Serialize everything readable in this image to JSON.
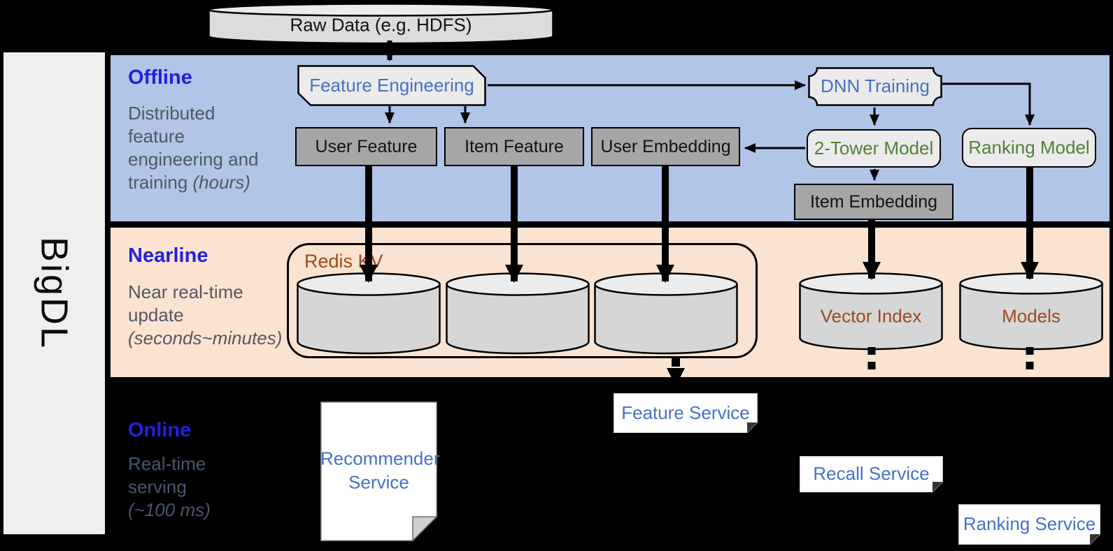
{
  "brand": {
    "label": "BigDL"
  },
  "raw_data": {
    "label": "Raw Data (e.g. HDFS)"
  },
  "bands": {
    "offline": {
      "title": "Offline",
      "desc": [
        "Distributed",
        "feature",
        "engineering and"
      ],
      "desc_last": "training",
      "desc_italic": "(hours)"
    },
    "nearline": {
      "title": "Nearline",
      "desc": [
        "Near real-time",
        "update"
      ],
      "desc_last": "",
      "desc_italic": "(seconds~minutes)"
    },
    "online": {
      "title": "Online",
      "desc": [
        "Real-time",
        "serving"
      ],
      "desc_last": "",
      "desc_italic": "(~100 ms)"
    }
  },
  "nodes": {
    "feature_engineering": {
      "label": "Feature Engineering"
    },
    "user_feature": {
      "label": "User Feature"
    },
    "item_feature": {
      "label": "Item Feature"
    },
    "user_embedding": {
      "label": "User Embedding"
    },
    "dnn_training": {
      "label": "DNN Training"
    },
    "two_tower_model": {
      "label": "2-Tower Model"
    },
    "ranking_model": {
      "label": "Ranking Model"
    },
    "item_embedding": {
      "label": "Item Embedding"
    },
    "redis_kv": {
      "label": "Redis KV"
    },
    "vector_index": {
      "label": "Vector Index"
    },
    "models": {
      "label": "Models"
    },
    "recommender_service": {
      "line1": "Recommender",
      "line2": "Service"
    },
    "feature_service": {
      "label": "Feature Service"
    },
    "recall_service": {
      "label": "Recall Service"
    },
    "ranking_service": {
      "label": "Ranking Service"
    }
  },
  "colors": {
    "canvas_bg": "#000000",
    "sidebar_bg": "#f0eff0",
    "offline_band": "#b0c5e7",
    "nearline_band": "#fbe3d1",
    "title_blue": "#2121df",
    "desc_gray": "#515861",
    "desc_gray_online": "#46566f",
    "shape_blue": "#4472c4",
    "model_green": "#538135",
    "store_brown": "#9e4a1c",
    "gray_fill": "#a6a6a6",
    "light_fill": "#ebebeb"
  }
}
